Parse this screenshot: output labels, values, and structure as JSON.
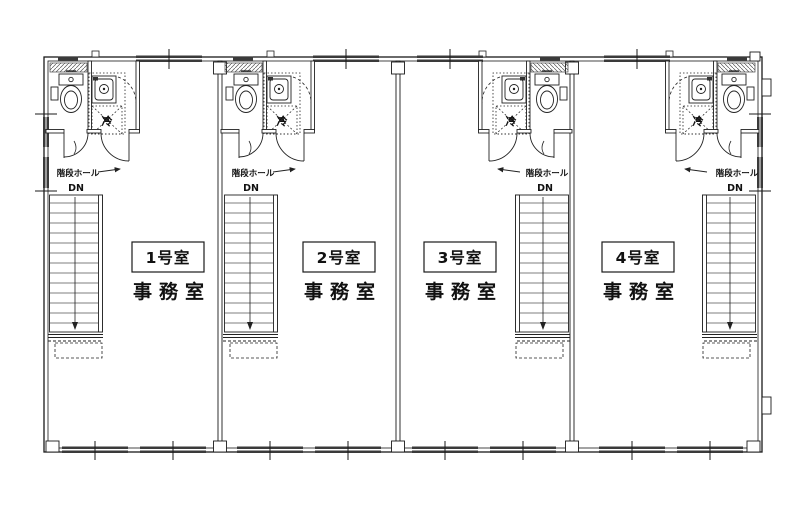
{
  "plan": {
    "units": [
      {
        "number": "1号室",
        "type": "事務室"
      },
      {
        "number": "2号室",
        "type": "事務室"
      },
      {
        "number": "3号室",
        "type": "事務室"
      },
      {
        "number": "4号室",
        "type": "事務室"
      }
    ],
    "labels": {
      "stair_hall": "階段ホール",
      "down": "DN",
      "refrigerator": "冷"
    }
  }
}
